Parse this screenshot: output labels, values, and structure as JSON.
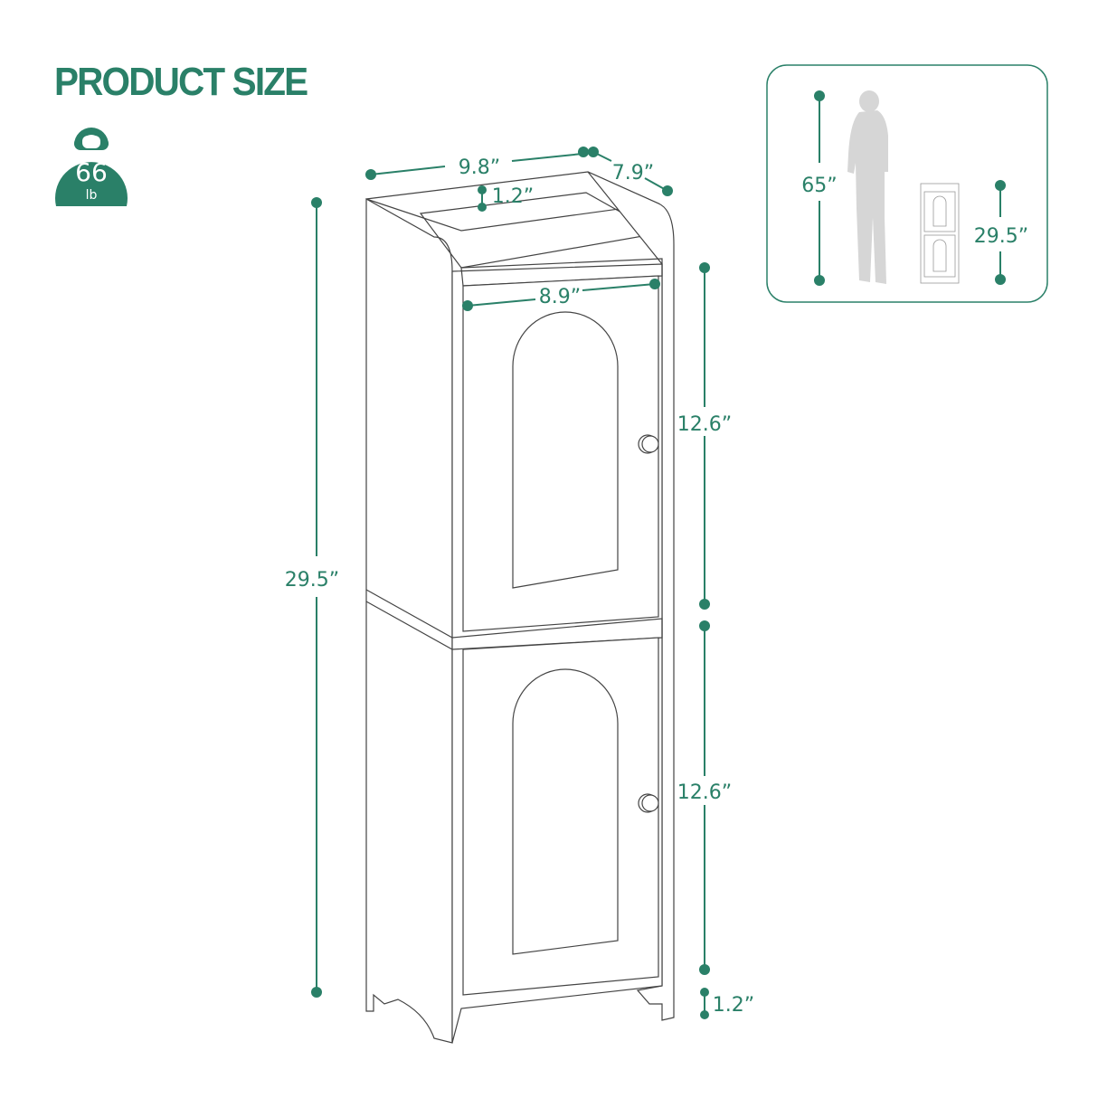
{
  "header": {
    "title": "PRODUCT SIZE"
  },
  "weight": {
    "value": "66",
    "unit": "lb",
    "icon": "kettlebell-icon"
  },
  "dimensions": {
    "width": "9.8”",
    "depth": "7.9”",
    "top_rail": "1.2”",
    "door_width": "8.9”",
    "total_height": "29.5”",
    "upper_door_height": "12.6”",
    "lower_door_height": "12.6”",
    "base_height": "1.2”"
  },
  "comparison": {
    "person_height": "65”",
    "cabinet_height": "29.5”"
  },
  "colors": {
    "accent": "#2a8068",
    "line": "#444444",
    "silhouette": "#d4d4d4"
  }
}
